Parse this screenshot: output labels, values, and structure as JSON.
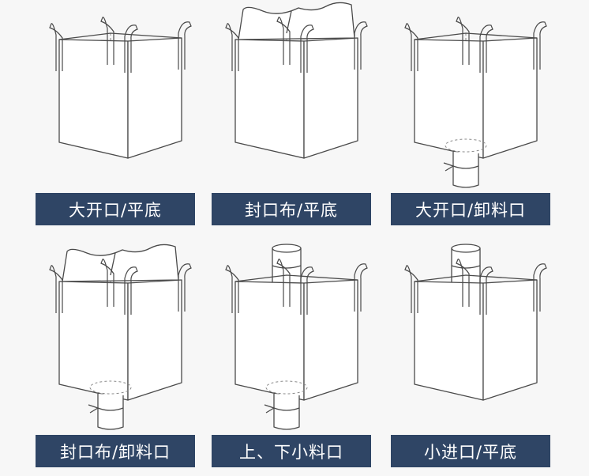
{
  "panels": [
    {
      "label": "大开口/平底",
      "top": "open",
      "bottom": "flat"
    },
    {
      "label": "封口布/平底",
      "top": "skirt",
      "bottom": "flat"
    },
    {
      "label": "大开口/卸料口",
      "top": "open",
      "bottom": "spout"
    },
    {
      "label": "封口布/卸料口",
      "top": "skirt",
      "bottom": "spout"
    },
    {
      "label": "上、下小料口",
      "top": "spout",
      "bottom": "spout"
    },
    {
      "label": "小进口/平底",
      "top": "spout",
      "bottom": "flat"
    }
  ],
  "colors": {
    "label_background": "#2f4565",
    "label_text": "#ffffff",
    "line": "#4a4a4a",
    "page_background": "#f7f7f7"
  }
}
